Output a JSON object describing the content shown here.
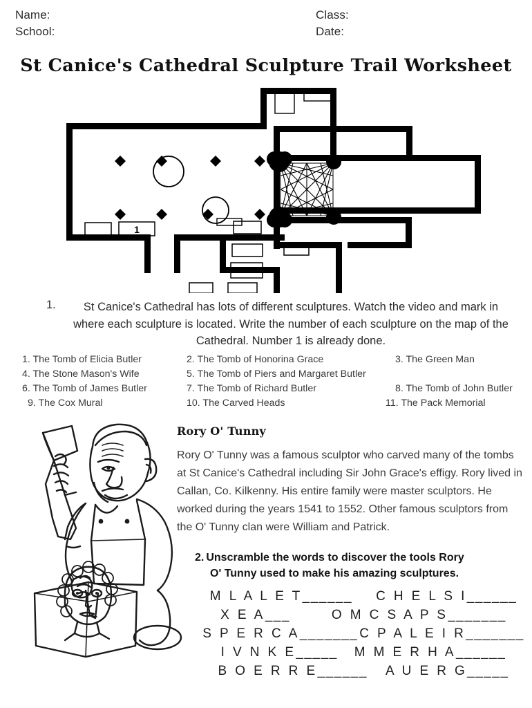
{
  "header": {
    "name_label": "Name:",
    "school_label": "School:",
    "class_label": "Class:",
    "date_label": "Date:"
  },
  "title": "St Canice's Cathedral Sculpture Trail Worksheet",
  "map": {
    "marked_number": "1"
  },
  "instruction1": {
    "number": "1.",
    "text": "St Canice's Cathedral has lots of different sculptures. Watch the video and mark in where each sculpture is located. Write the number of each sculpture on the map of the Cathedral. Number 1 is already done."
  },
  "sculpture_list": [
    {
      "num": "1.",
      "name": "The Tomb of Elicia Butler",
      "label": "1. The Tomb of Elicia Butler"
    },
    {
      "num": "2.",
      "name": "The Tomb of Honorina Grace",
      "label": "2. The Tomb of Honorina Grace"
    },
    {
      "num": "3.",
      "name": "The Green Man",
      "label": "3. The Green Man"
    },
    {
      "num": "4.",
      "name": "The Stone Mason's Wife",
      "label": "4. The Stone Mason's Wife"
    },
    {
      "num": "5.",
      "name": "The Tomb of Piers and Margaret Butler",
      "label": "5. The Tomb of Piers and Margaret Butler"
    },
    {
      "num": "6.",
      "name": "The Tomb of James Butler",
      "label": "6. The Tomb of James Butler"
    },
    {
      "num": "7.",
      "name": "The Tomb of Richard Butler",
      "label": "7. The Tomb of Richard Butler"
    },
    {
      "num": "8.",
      "name": "The Tomb of John Butler",
      "label": "8. The Tomb of John Butler"
    },
    {
      "num": "9.",
      "name": "The Cox Mural",
      "label": "9. The Cox Mural"
    },
    {
      "num": "10.",
      "name": "The Carved Heads",
      "label": "10. The Carved Heads"
    },
    {
      "num": "11.",
      "name": "The Pack Memorial",
      "label": "11. The Pack Memorial"
    }
  ],
  "bio": {
    "heading": "Rory O' Tunny",
    "text": "Rory O' Tunny was a famous sculptor who carved many of the tombs at St Canice's Cathedral including Sir John Grace's effigy. Rory lived in Callan, Co. Kilkenny. His entire family were master sculptors. He worked during the years 1541 to 1552. Other famous sculptors from the O' Tunny clan were William and Patrick."
  },
  "question2": {
    "number": "2.",
    "line1": "Unscramble the words to discover the tools Rory",
    "line2": "O' Tunny used to make his amazing sculptures."
  },
  "anagrams": [
    {
      "scrambled": "M L A L E T",
      "blank": "______",
      "scrambled2": "C H E L S I",
      "blank2": "______"
    },
    {
      "scrambled": "X E A",
      "blank": "___",
      "scrambled2": "O M C S A P S",
      "blank2": "_______"
    },
    {
      "scrambled": "S P E R C A",
      "blank": "_______",
      "scrambled2": "C P A L E I R",
      "blank2": "_______"
    },
    {
      "scrambled": "I V N K E",
      "blank": "_____",
      "scrambled2": "M M E R H A",
      "blank2": "______"
    },
    {
      "scrambled": "B O E R R E",
      "blank": "______",
      "scrambled2": "A U E R G",
      "blank2": "_____"
    }
  ],
  "colors": {
    "ink": "#1a1a1a",
    "body_text": "#3c3c3c",
    "map_stroke": "#000000",
    "page_background": "#ffffff"
  }
}
